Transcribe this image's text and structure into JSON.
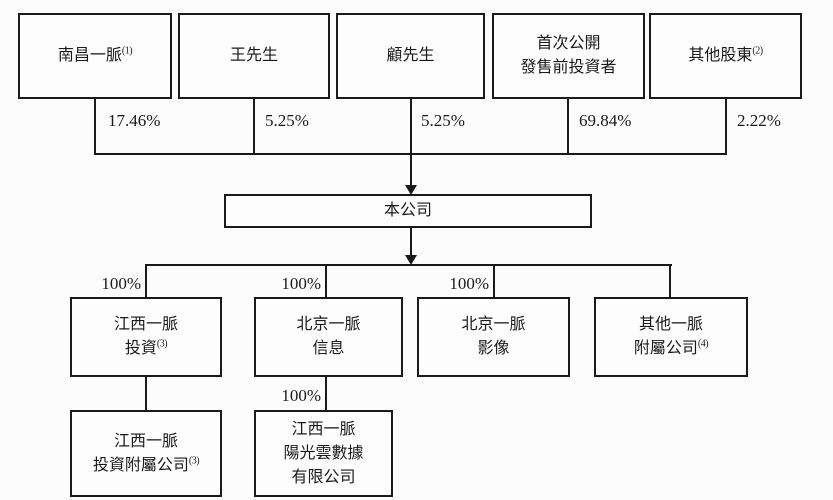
{
  "diagram": {
    "title": "shareholding-structure-chart",
    "colors": {
      "line": "#1a1a1a",
      "background": "#fcfcfc",
      "box_fill": "#fdfdfd",
      "text": "#1a1a1a"
    },
    "top_row": [
      {
        "name": "南昌一脈",
        "note": "(1)",
        "pct": "17.46%"
      },
      {
        "name": "王先生",
        "note": "",
        "pct": "5.25%"
      },
      {
        "name": "顧先生",
        "note": "",
        "pct": "5.25%"
      },
      {
        "name": "首次公開\n發售前投資者",
        "note": "",
        "pct": "69.84%"
      },
      {
        "name": "其他股東",
        "note": "(2)",
        "pct": "2.22%"
      }
    ],
    "company": {
      "name": "本公司"
    },
    "subsidiaries": [
      {
        "name": "江西一脈\n投資",
        "note": "(3)",
        "pct": "100%"
      },
      {
        "name": "北京一脈\n信息",
        "note": "",
        "pct": "100%"
      },
      {
        "name": "北京一脈\n影像",
        "note": "",
        "pct": "100%"
      },
      {
        "name": "其他一脈\n附屬公司",
        "note": "(4)",
        "pct": ""
      }
    ],
    "sub_subsidiaries": [
      {
        "name": "江西一脈\n投資附屬公司",
        "note": "(3)",
        "pct": ""
      },
      {
        "name": "江西一脈\n陽光雲數據\n有限公司",
        "note": "",
        "pct": "100%"
      }
    ]
  }
}
